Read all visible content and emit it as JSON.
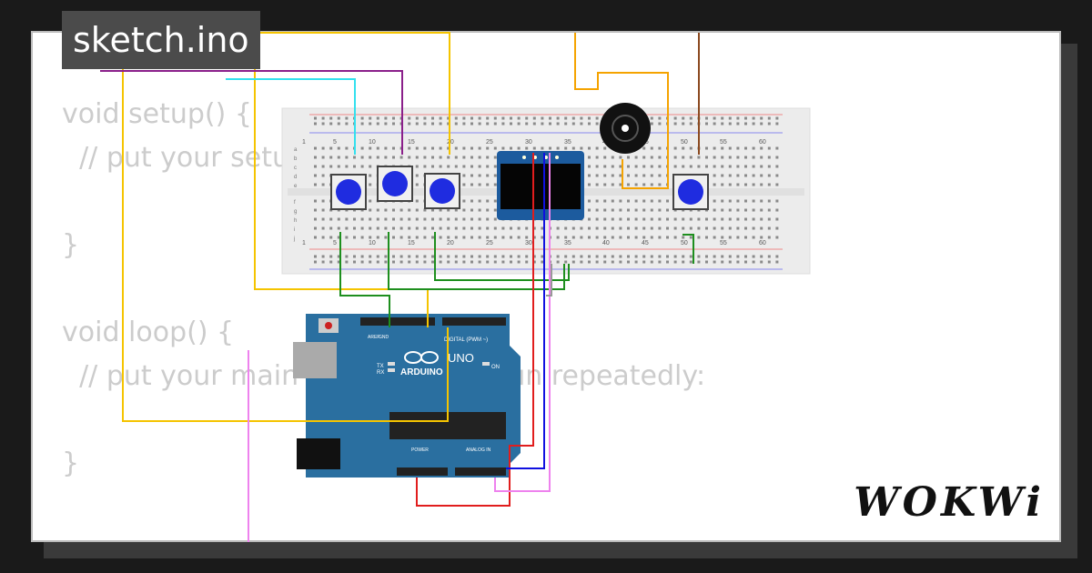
{
  "editor": {
    "tab_title": "sketch.ino",
    "code_lines": [
      "void setup() {",
      "  // put your setup code here, to run once:",
      "",
      "}",
      "",
      "void loop() {",
      "  // put your main code here, to run repeatedly:",
      "",
      "}"
    ]
  },
  "brand": {
    "logo_text": "WOKWi"
  },
  "arduino": {
    "board_label": "UNO",
    "brand_label": "ARDUINO",
    "header_digital": "DIGITAL (PWM ~)",
    "header_power": "POWER",
    "header_analog": "ANALOG IN",
    "led_on": "ON",
    "led_tx": "TX",
    "led_rx": "RX",
    "pin_aref": "AREF",
    "pin_gnd": "GND"
  },
  "breadboard": {
    "column_numbers": [
      "1",
      "5",
      "10",
      "15",
      "20",
      "25",
      "30",
      "35",
      "40",
      "45",
      "50",
      "55",
      "60"
    ],
    "row_letters_top": [
      "a",
      "b",
      "c",
      "d",
      "e"
    ],
    "row_letters_bottom": [
      "f",
      "g",
      "h",
      "i",
      "j"
    ]
  },
  "colors": {
    "yellow": "#f5c400",
    "cyan": "#33e0ee",
    "purple": "#8a1f8a",
    "orange": "#f5a300",
    "brown": "#8b4a20",
    "green": "#1e8f1e",
    "red": "#e11d1d",
    "blue": "#1010e0",
    "pink": "#ee82ee",
    "board_blue": "#2a6fa0",
    "button_blue": "#1f2ce0"
  }
}
